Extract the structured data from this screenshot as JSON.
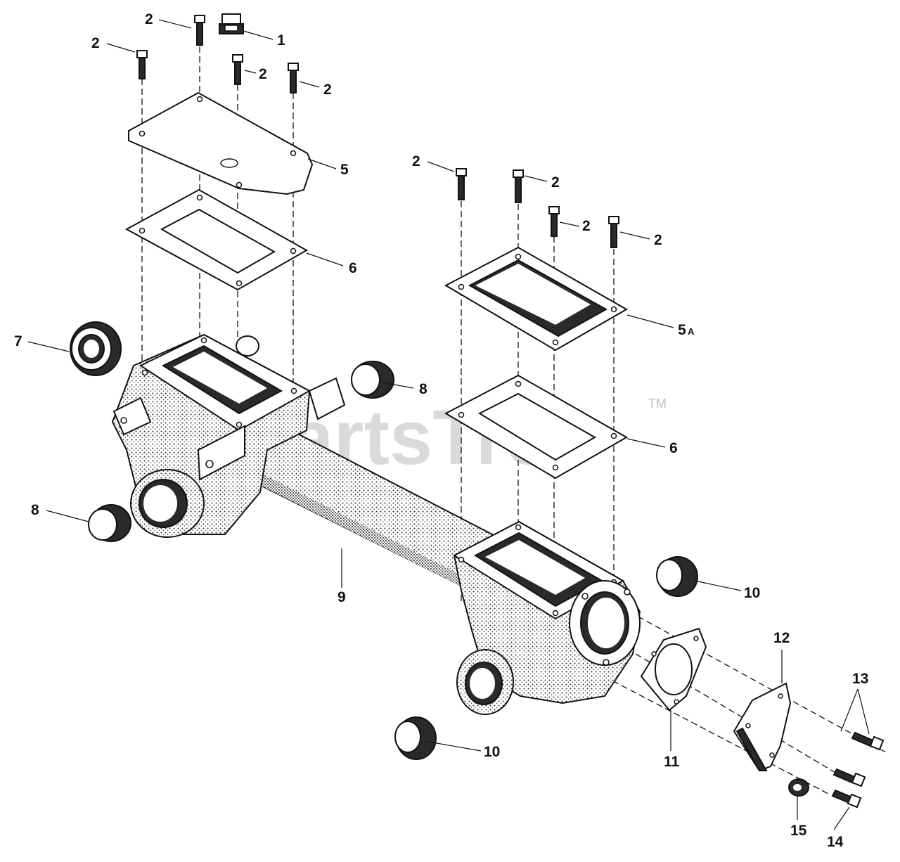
{
  "watermark": {
    "text": "PartsTree",
    "tm": "TM"
  },
  "callouts": {
    "c1": "1",
    "c2": "2",
    "c5": "5",
    "c5a": "5",
    "c5a_suffix": "A",
    "c6": "6",
    "c7": "7",
    "c8": "8",
    "c9": "9",
    "c10": "10",
    "c11": "11",
    "c12": "12",
    "c13": "13",
    "c14": "14",
    "c15": "15"
  }
}
